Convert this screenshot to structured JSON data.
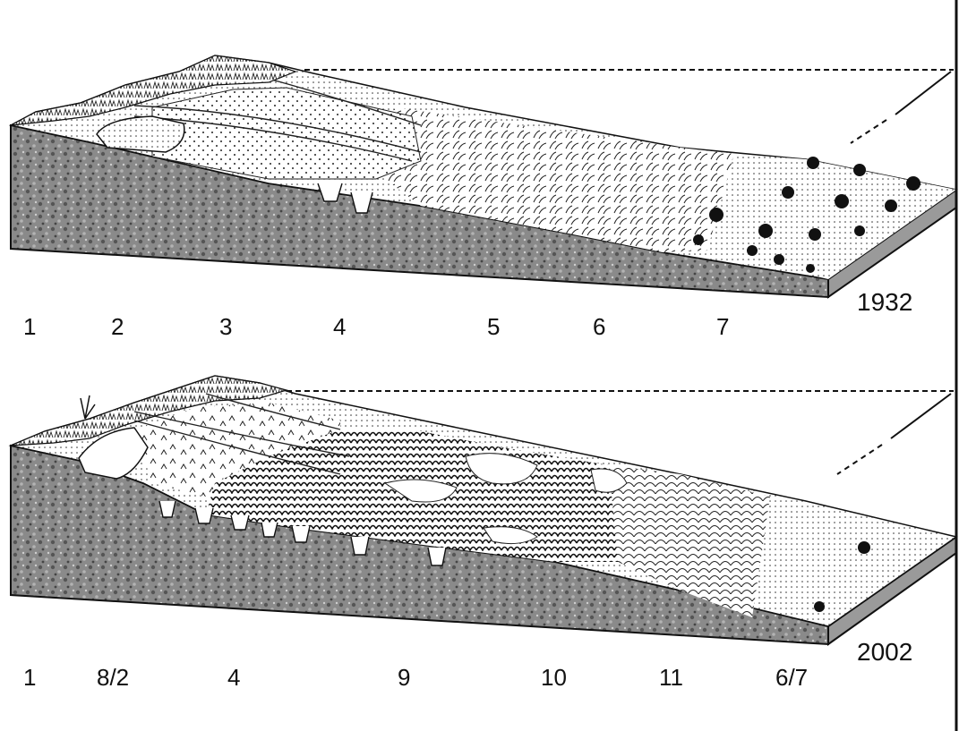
{
  "panels": [
    {
      "year": "1932",
      "zones": [
        "1",
        "2",
        "3",
        "4",
        "5",
        "6",
        "7"
      ]
    },
    {
      "year": "2002",
      "zones": [
        "1",
        "8/2",
        "4",
        "9",
        "10",
        "11",
        "6/7"
      ]
    }
  ]
}
